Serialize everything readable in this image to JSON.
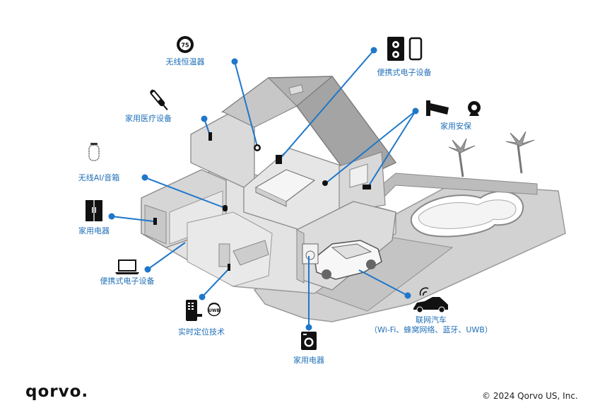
{
  "labels": {
    "thermostat": "无线恒温器",
    "medical": "家用医疗设备",
    "ai_speaker": "无线AI/音箱",
    "appliance_fridge": "家用电器",
    "portable_laptop": "便携式电子设备",
    "positioning": "实时定位技术",
    "appliance_washer": "家用电器",
    "car_line1": "联网汽车",
    "car_line2": "（Wi-Fi、蜂窝网络、蓝牙、UWB）",
    "portable_speaker": "便携式电子设备",
    "security": "家用安保"
  },
  "icon_text": {
    "thermostat_value": "75",
    "uwb": "UWB"
  },
  "logo": "qorvo.",
  "copyright": "© 2024 Qorvo US, Inc.",
  "colors": {
    "accent": "#1f6fb8",
    "house_wall": "#d9d9d9",
    "house_roof": "#a9a9a9",
    "ground": "#c8c8c8",
    "icon": "#111111"
  },
  "icons": [
    "thermostat-icon",
    "thermometer-icon",
    "smart-speaker-icon",
    "refrigerator-icon",
    "laptop-icon",
    "door-lock-icon",
    "uwb-icon",
    "washing-machine-icon",
    "car-icon",
    "speaker-phone-icon",
    "security-camera-icon",
    "webcam-icon"
  ]
}
